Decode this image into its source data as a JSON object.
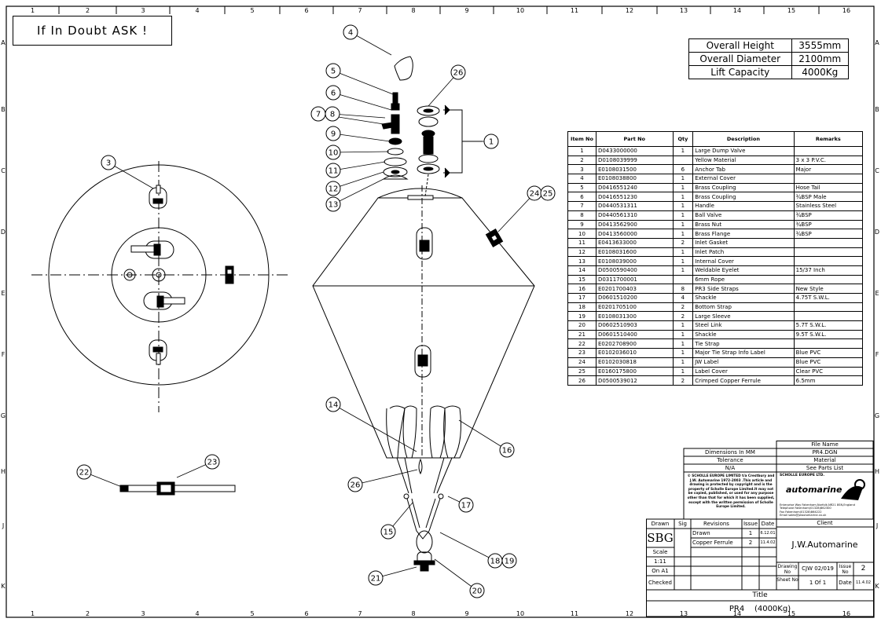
{
  "doubt_note": "If In Doubt ASK !",
  "grid": {
    "columns": [
      "1",
      "2",
      "3",
      "4",
      "5",
      "6",
      "7",
      "8",
      "9",
      "10",
      "11",
      "12",
      "13",
      "14",
      "15",
      "16"
    ],
    "rows": [
      "A",
      "B",
      "C",
      "D",
      "E",
      "F",
      "G",
      "H",
      "J",
      "K"
    ]
  },
  "specs": [
    {
      "label": "Overall Height",
      "value": "3555mm"
    },
    {
      "label": "Overall Diameter",
      "value": "2100mm"
    },
    {
      "label": "Lift Capacity",
      "value": "4000Kg"
    }
  ],
  "parts_header": {
    "item": "Item No",
    "part": "Part No",
    "qty": "Qty",
    "desc": "Description",
    "remarks": "Remarks"
  },
  "parts": [
    {
      "item": "1",
      "part": "D0433000000",
      "qty": "1",
      "desc": "Large Dump Valve",
      "remarks": ""
    },
    {
      "item": "2",
      "part": "D0108039999",
      "qty": "",
      "desc": "Yellow Material",
      "remarks": "3 x 3 P.V.C."
    },
    {
      "item": "3",
      "part": "E0108031500",
      "qty": "6",
      "desc": "Anchor Tab",
      "remarks": "Major"
    },
    {
      "item": "4",
      "part": "E0108038800",
      "qty": "1",
      "desc": "External Cover",
      "remarks": ""
    },
    {
      "item": "5",
      "part": "D0416551240",
      "qty": "1",
      "desc": "Brass Coupling",
      "remarks": "Hose Tail"
    },
    {
      "item": "6",
      "part": "D0416551230",
      "qty": "1",
      "desc": "Brass Coupling",
      "remarks": "¾BSP Male"
    },
    {
      "item": "7",
      "part": "D0440531311",
      "qty": "1",
      "desc": "Handle",
      "remarks": "Stainless Steel"
    },
    {
      "item": "8",
      "part": "D0440561310",
      "qty": "1",
      "desc": "Ball Valve",
      "remarks": "¾BSP"
    },
    {
      "item": "9",
      "part": "D0413562900",
      "qty": "1",
      "desc": "Brass Nut",
      "remarks": "¾BSP"
    },
    {
      "item": "10",
      "part": "D0413560000",
      "qty": "1",
      "desc": "Brass Flange",
      "remarks": "¾BSP"
    },
    {
      "item": "11",
      "part": "E0413633000",
      "qty": "2",
      "desc": "Inlet Gasket",
      "remarks": ""
    },
    {
      "item": "12",
      "part": "E0108031600",
      "qty": "1",
      "desc": "Inlet Patch",
      "remarks": ""
    },
    {
      "item": "13",
      "part": "E0108039000",
      "qty": "1",
      "desc": "Internal Cover",
      "remarks": ""
    },
    {
      "item": "14",
      "part": "D0500590400",
      "qty": "1",
      "desc": "Weldable Eyelet",
      "remarks": "15/37 Inch"
    },
    {
      "item": "15",
      "part": "D0311700001",
      "qty": "",
      "desc": "6mm Rope",
      "remarks": ""
    },
    {
      "item": "16",
      "part": "E0201700403",
      "qty": "8",
      "desc": "PR3 Side Straps",
      "remarks": "New Style"
    },
    {
      "item": "17",
      "part": "D0601510200",
      "qty": "4",
      "desc": "Shackle",
      "remarks": "4.75T S.W.L."
    },
    {
      "item": "18",
      "part": "E0201705100",
      "qty": "2",
      "desc": "Bottom Strap",
      "remarks": ""
    },
    {
      "item": "19",
      "part": "E0108031300",
      "qty": "2",
      "desc": "Large Sleeve",
      "remarks": ""
    },
    {
      "item": "20",
      "part": "D0602510903",
      "qty": "1",
      "desc": "Steel Link",
      "remarks": "5.7T S.W.L."
    },
    {
      "item": "21",
      "part": "D0601510400",
      "qty": "1",
      "desc": "Shackle",
      "remarks": "9.5T S.W.L."
    },
    {
      "item": "22",
      "part": "E0202708900",
      "qty": "1",
      "desc": "Tie Strap",
      "remarks": ""
    },
    {
      "item": "23",
      "part": "E0102036010",
      "qty": "1",
      "desc": "Major Tie Strap Info Label",
      "remarks": "Blue PVC"
    },
    {
      "item": "24",
      "part": "E0102030818",
      "qty": "1",
      "desc": "JW Label",
      "remarks": "Blue PVC"
    },
    {
      "item": "25",
      "part": "E0160175800",
      "qty": "1",
      "desc": "Label Cover",
      "remarks": "Clear PVC"
    },
    {
      "item": "26",
      "part": "D0500539012",
      "qty": "2",
      "desc": "Crimped Copper Ferrule",
      "remarks": "6.5mm"
    }
  ],
  "callouts": [
    "1",
    "3",
    "4",
    "5",
    "6",
    "7",
    "8",
    "9",
    "10",
    "11",
    "12",
    "13",
    "14",
    "15",
    "16",
    "17",
    "18",
    "19",
    "20",
    "21",
    "22",
    "23",
    "24",
    "25",
    "26"
  ],
  "title_block": {
    "dimensions": "Dimensions In MM",
    "tolerance_label": "Tolerance",
    "tolerance": "N/A",
    "file_name_label": "File Name",
    "file_name": "PR4.DGN",
    "material_label": "Material",
    "material": "See Parts List",
    "copyright": "© SCHOLLE EUROPE LIMITED t/a Crestbury and J.W. Automarine 1972-2003 .This article and drawing is protected by copyright and is the property of Scholle Europe Limited.It may not be copied, published, or used for any purpose other than that for which it has been supplied, except with the written permission of Scholle Europe Limited.",
    "company": "SCHOLLE EUROPE LTD.",
    "brand": "automarine",
    "address": "Enterprise Way Fakenham,Norfolk,NR21 8SN,England",
    "telephone": "Telephone Fakenham(01328)862300",
    "fax": "Fax Fakenham(01328)864222",
    "email": "Email sales@jwautomarine.co.uk",
    "drawn_label": "Drawn",
    "drawn_by": "SBG",
    "sig_label": "Sig",
    "revisions_label": "Revisions",
    "issue_label": "Issue",
    "date_label": "Date",
    "revisions": [
      {
        "text": "Drawn",
        "issue": "1",
        "date": "6.12.01"
      },
      {
        "text": "Copper Ferrule",
        "issue": "2",
        "date": "11.4.02"
      }
    ],
    "scale_label": "Scale",
    "scale": "1:11",
    "on_label": "On A1",
    "checked_label": "Checked",
    "client_label": "Client",
    "client": "J.W.Automarine",
    "drawing_no_label": "Drawing No",
    "drawing_no": "CJW 02/019",
    "issue_no_label": "Issue No",
    "issue_no": "2",
    "sheet_label": "Sheet No",
    "sheet": "1 Of 1",
    "date2_label": "Date",
    "date2": "11.4.02",
    "title_label": "Title",
    "title": "PR4    (4000Kg)"
  }
}
